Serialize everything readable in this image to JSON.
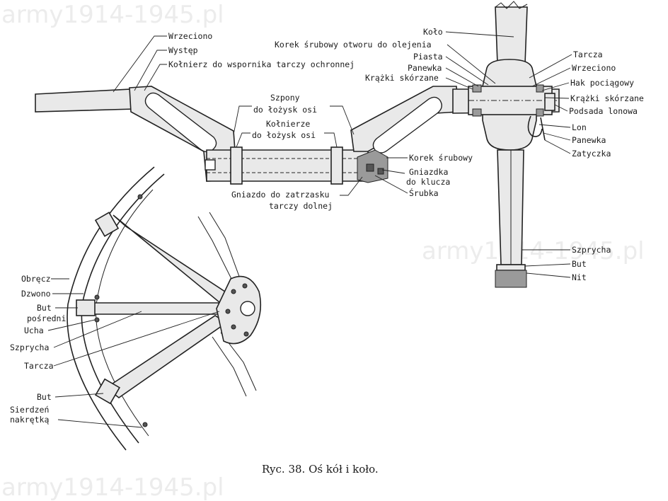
{
  "watermarks": [
    "army1914-1945.pl",
    "army1914-1945.pl",
    "army1914-1945.pl"
  ],
  "caption": "Ryc. 38.  Oś kół i koło.",
  "axle_labels": {
    "wrzeciono": "Wrzeciono",
    "wystep": "Występ",
    "kolnierz_wspornika": "Kołnierz do wspornika tarczy ochronnej",
    "szpony_line1": "Szpony",
    "szpony_line2": "do łożysk osi",
    "kolnierze_line1": "Kołnierze",
    "kolnierze_line2": "do łożysk osi",
    "gniazdo_zatrzasku_line1": "Gniazdo do zatrzasku",
    "gniazdo_zatrzasku_line2": "tarczy dolnej",
    "korek_srubowy": "Korek śrubowy",
    "gniazdka_line1": "Gniazdka",
    "gniazdka_line2": "do klucza",
    "srubka": "Śrubka"
  },
  "hub_labels": {
    "kolo": "Koło",
    "korek_olejenia": "Korek śrubowy otworu do olejenia",
    "piasta": "Piasta",
    "panewka_left": "Panewka",
    "krazki_left": "Krążki skórzane",
    "tarcza": "Tarcza",
    "wrzeciono": "Wrzeciono",
    "hak": "Hak pociągowy",
    "krazki_right": "Krążki skórzane",
    "podsada": "Podsada lonowa",
    "lon": "Lon",
    "panewka_right": "Panewka",
    "zatyczka": "Zatyczka",
    "szprycha": "Szprycha",
    "but": "But",
    "nit": "Nit"
  },
  "wheel_labels": {
    "obrecz": "Obręcz",
    "dzwono": "Dzwono",
    "but_posredni_line1": "But",
    "but_posredni_line2": "pośredni",
    "ucha": "Ucha",
    "szprycha": "Szprycha",
    "tarcza": "Tarcza",
    "but": "But",
    "sierdzen_line1": "Sierdzeń",
    "sierdzen_line2": "nakrętką"
  }
}
